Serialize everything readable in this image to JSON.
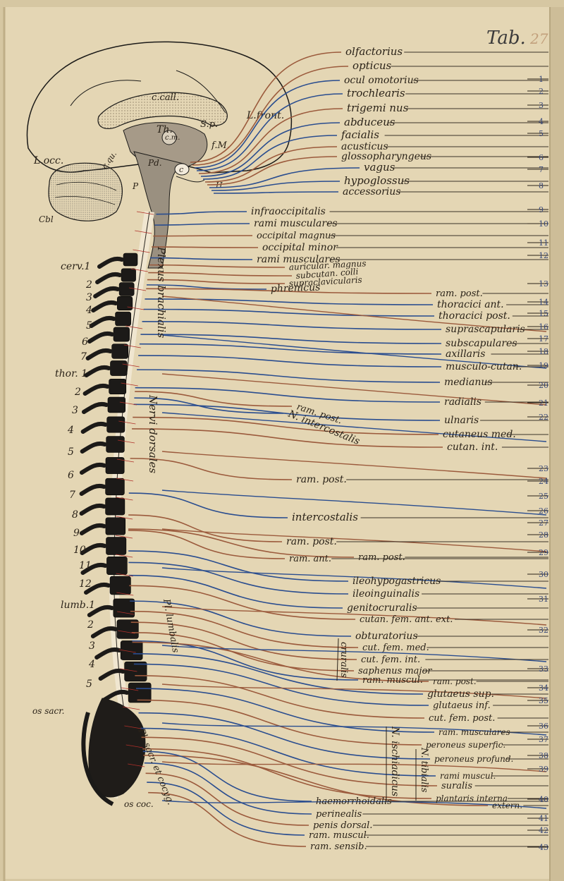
{
  "plate": {
    "title": "Tab.",
    "number": "27",
    "colors": {
      "paper": "#e3d4b0",
      "sensory_brown": "#9b5a3c",
      "motor_blue": "#2a4d8f",
      "bone_black": "#1c1a18",
      "numeral_red": "#b0302a"
    }
  },
  "brain_labels": [
    {
      "text": "c.call."
    },
    {
      "text": "L.front."
    },
    {
      "text": "S.p."
    },
    {
      "text": "Th."
    },
    {
      "text": "c.m."
    },
    {
      "text": "f.M."
    },
    {
      "text": "L.occ."
    },
    {
      "text": "c.qu."
    },
    {
      "text": "Pd."
    },
    {
      "text": "c"
    },
    {
      "text": "P"
    },
    {
      "text": "H"
    },
    {
      "text": "Cbl"
    }
  ],
  "spine_labels": [
    {
      "text": "cerv.1"
    },
    {
      "text": "2"
    },
    {
      "text": "3"
    },
    {
      "text": "4"
    },
    {
      "text": "5"
    },
    {
      "text": "6"
    },
    {
      "text": "7"
    },
    {
      "text": "thor. 1"
    },
    {
      "text": "2"
    },
    {
      "text": "3"
    },
    {
      "text": "4"
    },
    {
      "text": "5"
    },
    {
      "text": "6"
    },
    {
      "text": "7"
    },
    {
      "text": "8"
    },
    {
      "text": "9"
    },
    {
      "text": "10"
    },
    {
      "text": "11"
    },
    {
      "text": "12"
    },
    {
      "text": "lumb.1"
    },
    {
      "text": "2"
    },
    {
      "text": "3"
    },
    {
      "text": "4"
    },
    {
      "text": "5"
    },
    {
      "text": "os sacr."
    },
    {
      "text": "os coc."
    }
  ],
  "nerve_labels": [
    {
      "text": "olfactorius",
      "color": "brown"
    },
    {
      "text": "opticus",
      "color": "brown"
    },
    {
      "text": "ocul omotorius",
      "color": "blue"
    },
    {
      "text": "trochlearis",
      "color": "blue"
    },
    {
      "text": "trigemi nus",
      "color": "brown"
    },
    {
      "text": "abduceus",
      "color": "blue"
    },
    {
      "text": "facialis",
      "color": "blue"
    },
    {
      "text": "acusticus",
      "color": "brown"
    },
    {
      "text": "glossopharyngeus",
      "color": "brown"
    },
    {
      "text": "vagus",
      "color": "blue"
    },
    {
      "text": "hypoglossus",
      "color": "blue"
    },
    {
      "text": "accessorius",
      "color": "blue"
    },
    {
      "text": "infraoccipitalis",
      "color": "blue"
    },
    {
      "text": "rami musculares",
      "color": "blue"
    },
    {
      "text": "occipital magnus",
      "color": "brown"
    },
    {
      "text": "occipital minor",
      "color": "brown"
    },
    {
      "text": "rami musculares",
      "color": "blue"
    },
    {
      "text": "auricular. magnus",
      "color": "brown"
    },
    {
      "text": "subcutan. colli",
      "color": "brown"
    },
    {
      "text": "supraclavicularis",
      "color": "brown"
    },
    {
      "text": "phrenicus",
      "color": "blue"
    },
    {
      "text": "ram. post.",
      "color": "brown"
    },
    {
      "text": "thoracici ant.",
      "color": "blue"
    },
    {
      "text": "thoracici post.",
      "color": "blue"
    },
    {
      "text": "suprascapularis",
      "color": "blue"
    },
    {
      "text": "subscapulares",
      "color": "blue"
    },
    {
      "text": "axillaris",
      "color": "blue"
    },
    {
      "text": "musculo-cutan.",
      "color": "blue"
    },
    {
      "text": "medianus",
      "color": "blue"
    },
    {
      "text": "radialis",
      "color": "blue"
    },
    {
      "text": "ulnaris",
      "color": "blue"
    },
    {
      "text": "cutaneus med.",
      "color": "brown"
    },
    {
      "text": "cutan. int.",
      "color": "brown"
    },
    {
      "text": "ram. post.",
      "color": "brown"
    },
    {
      "text": "N. intercostalis",
      "color": "blue"
    },
    {
      "text": "ram. post.",
      "color": "brown"
    },
    {
      "text": "intercostalis",
      "color": "blue"
    },
    {
      "text": "ram. post.",
      "color": "brown"
    },
    {
      "text": "ram. ant.",
      "color": "brown"
    },
    {
      "text": "ram. post.",
      "color": "brown"
    },
    {
      "text": "ileohypogastricus",
      "color": "blue"
    },
    {
      "text": "ileoinguinalis",
      "color": "blue"
    },
    {
      "text": "genitocruralis",
      "color": "blue"
    },
    {
      "text": "cutan. fem. ant. ext.",
      "color": "brown"
    },
    {
      "text": "obturatorius",
      "color": "blue"
    },
    {
      "text": "cut. fem. med.",
      "color": "brown"
    },
    {
      "text": "cut. fem. int.",
      "color": "brown"
    },
    {
      "text": "saphenus major",
      "color": "brown"
    },
    {
      "text": "ram. muscul.",
      "color": "blue"
    },
    {
      "text": "ram. post.",
      "color": "brown"
    },
    {
      "text": "glutaeus sup.",
      "color": "blue"
    },
    {
      "text": "glutaeus inf.",
      "color": "blue"
    },
    {
      "text": "cut. fem. post.",
      "color": "brown"
    },
    {
      "text": "ram. musculares",
      "color": "blue"
    },
    {
      "text": "peroneus superfic.",
      "color": "brown"
    },
    {
      "text": "peroneus profund.",
      "color": "blue"
    },
    {
      "text": "rami muscul.",
      "color": "blue"
    },
    {
      "text": "suralis",
      "color": "brown"
    },
    {
      "text": "plantaris interna",
      "color": "brown"
    },
    {
      "text": "extern.",
      "color": "brown"
    },
    {
      "text": "haemorrhoidalis",
      "color": "blue"
    },
    {
      "text": "perinealis",
      "color": "blue"
    },
    {
      "text": "penis dorsal.",
      "color": "brown"
    },
    {
      "text": "ram. muscul.",
      "color": "blue"
    },
    {
      "text": "ram. sensib.",
      "color": "brown"
    }
  ],
  "plexus_labels": [
    {
      "text": "Plexus brachialis"
    },
    {
      "text": "Nervi dorsales"
    },
    {
      "text": "Pl. lumbalis"
    },
    {
      "text": "Pl. sacr. et cocyg."
    },
    {
      "text": "N. ischiadicus"
    },
    {
      "text": "N. tibialis"
    },
    {
      "text": "cruralis"
    }
  ],
  "margin_numbers": [
    "1",
    "2",
    "3",
    "4",
    "5",
    "6",
    "7",
    "8",
    "9",
    "10",
    "11",
    "12",
    "13",
    "14",
    "15",
    "16",
    "17",
    "18",
    "19",
    "20",
    "21",
    "22",
    "23",
    "24",
    "25",
    "26",
    "27",
    "28",
    "29",
    "30",
    "31",
    "32",
    "33",
    "34",
    "35",
    "36",
    "37",
    "38",
    "39",
    "40",
    "41",
    "42",
    "43"
  ]
}
